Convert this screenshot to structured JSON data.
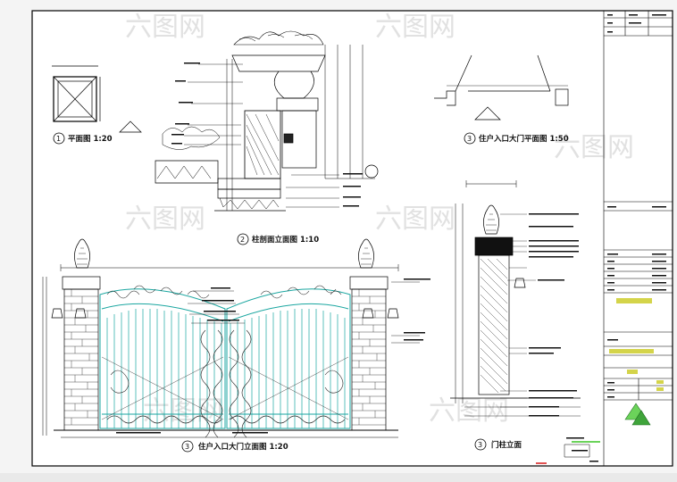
{
  "drawing": {
    "labels": {
      "plan_scale": "平面图 1:20",
      "section_scale": "柱剖面立面图 1:10",
      "gate_plan": "住户入口大门平面图 1:50",
      "gate_elevation": "住户入口大门立面图 1:20",
      "column_section": "门柱立面",
      "plan_num": "1",
      "section_num": "2",
      "gate_plan_num": "3",
      "gate_elev_num": "3",
      "column_num": "3"
    },
    "watermark": "六图网",
    "colors": {
      "drawing_line": "#111111",
      "gate_cyan": "#1aa6a0",
      "highlight_green": "#6bd35a",
      "highlight_yellow": "#d4d44a",
      "border": "#000000"
    }
  }
}
